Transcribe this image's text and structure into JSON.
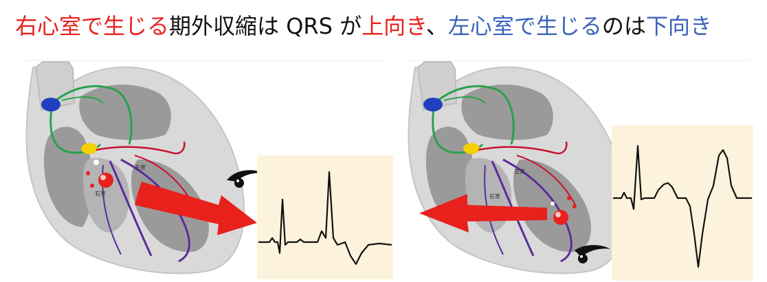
{
  "title": {
    "segments": [
      {
        "text": "右心室で生じる",
        "color": "#e8211c"
      },
      {
        "text": "期外収縮は QRS が",
        "color": "#111111"
      },
      {
        "text": "上向き",
        "color": "#e8211c"
      },
      {
        "text": "、",
        "color": "#111111"
      },
      {
        "text": "左心室で生じる",
        "color": "#3a63b8"
      },
      {
        "text": "のは",
        "color": "#111111"
      },
      {
        "text": "下向き",
        "color": "#3a63b8"
      }
    ]
  },
  "left_panel": {
    "label_left_ventricle": "左室",
    "label_right_ventricle": "右室"
  },
  "right_panel": {
    "label_left_ventricle": "左室",
    "label_right_ventricle": "右室"
  },
  "colors": {
    "arrow": "#e8211c",
    "ecg_background": "#fdf3dc",
    "heart_outer": "#d9d9d9",
    "heart_inner": "#9a9a9a",
    "conduction_green": "#2aa14b",
    "conduction_purple": "#5a2d9a",
    "conduction_red": "#c8102e",
    "sa_node": "#1f3fbf",
    "av_node": "#f5d000"
  },
  "icons": [
    "eye-icon",
    "arrow-icon",
    "ectopic-focus-icon"
  ]
}
